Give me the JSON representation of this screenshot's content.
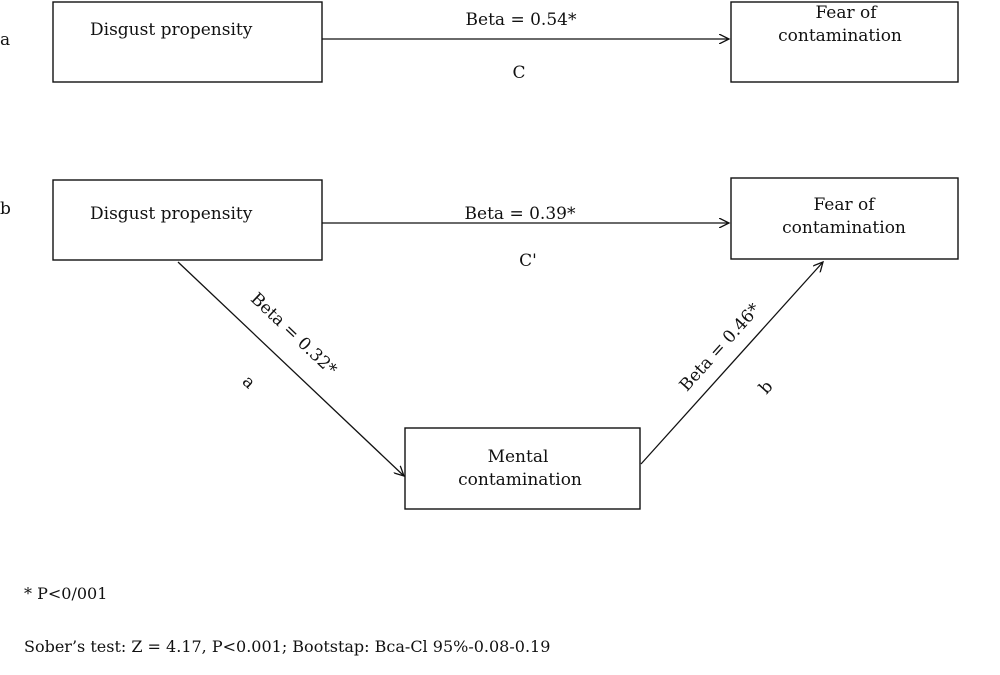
{
  "panel_a": {
    "label": "a",
    "source": "Disgust propensity",
    "target_line1": "Fear of",
    "target_line2": "contamination",
    "path_beta": "Beta = 0.54*",
    "path_label": "C"
  },
  "panel_b": {
    "label": "b",
    "source": "Disgust propensity",
    "target_line1": "Fear of",
    "target_line2": "contamination",
    "mediator_line1": "Mental",
    "mediator_line2": "contamination",
    "direct_beta": "Beta = 0.39*",
    "direct_label": "C'",
    "a_beta": "Beta = 0.32*",
    "a_label": "a",
    "b_beta": "Beta = 0.46*",
    "b_label": "b"
  },
  "footnotes": {
    "significance": "* P<0/001",
    "test": "Sober’s test: Z = 4.17, P<0.001; Bootstap: Bca-Cl 95%-0.08-0.19"
  }
}
